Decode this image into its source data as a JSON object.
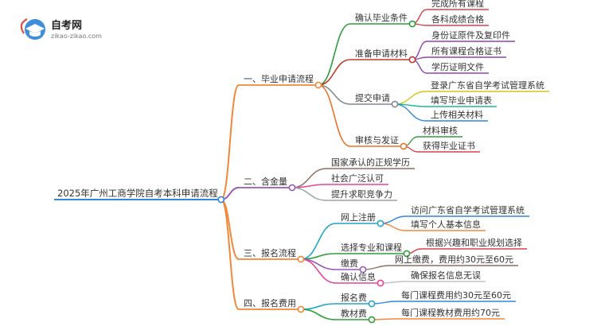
{
  "logo": {
    "title": "自考网",
    "url_text": "zikao-zikao.com"
  },
  "root": {
    "label": "2025年广州工商学院自考本科申请流程"
  },
  "branches": [
    {
      "label": "一、毕业申请流程",
      "color": "#f0883a",
      "children": [
        {
          "label": "确认毕业条件",
          "color": "#2e9e3c",
          "children": [
            {
              "label": "完成所有课程",
              "color": "#d9414b"
            },
            {
              "label": "各科成绩合格",
              "color": "#d9414b"
            }
          ]
        },
        {
          "label": "准备申请材料",
          "color": "#c0392b",
          "children": [
            {
              "label": "身份证原件及复印件",
              "color": "#8e44ad"
            },
            {
              "label": "所有课程合格证书",
              "color": "#8e44ad"
            },
            {
              "label": "学历证明文件",
              "color": "#8e44ad"
            }
          ]
        },
        {
          "label": "提交申请",
          "color": "#7f8c8d",
          "children": [
            {
              "label": "登录广东省自学考试管理系统",
              "color": "#d4c515"
            },
            {
              "label": "填写毕业申请表",
              "color": "#1abc9c"
            },
            {
              "label": "上传相关材料",
              "color": "#2e86de"
            }
          ]
        },
        {
          "label": "审核与发证",
          "color": "#e8742c",
          "children": [
            {
              "label": "材料审核",
              "color": "#2e9e3c"
            },
            {
              "label": "获得毕业证书",
              "color": "#d9414b"
            }
          ]
        }
      ]
    },
    {
      "label": "二、含金量",
      "color": "#9b59b6",
      "children": [
        {
          "label": "国家承认的正规学历",
          "color": "#8d6e63"
        },
        {
          "label": "社会广泛认可",
          "color": "#e84393"
        },
        {
          "label": "提升求职竞争力",
          "color": "#95a5a6"
        }
      ]
    },
    {
      "label": "三、报名流程",
      "color": "#f0883a",
      "children": [
        {
          "label": "网上注册",
          "color": "#22a6c7",
          "children": [
            {
              "label": "访问广东省自学考试管理系统",
              "color": "#2e86de"
            },
            {
              "label": "填写个人基本信息",
              "color": "#f0883a"
            }
          ]
        },
        {
          "label": "选择专业和课程",
          "color": "#2e9e3c",
          "children": [
            {
              "label": "根据兴趣和职业规划选择",
              "color": "#d9414b"
            }
          ]
        },
        {
          "label": "缴费",
          "color": "#9b59b6",
          "children": [
            {
              "label": "网上缴费，费用约30元至60元",
              "color": "#8d6e63"
            }
          ]
        },
        {
          "label": "确认信息",
          "color": "#e84393",
          "children": [
            {
              "label": "确保报名信息无误",
              "color": "#bdc3c7"
            }
          ]
        }
      ]
    },
    {
      "label": "四、报名费用",
      "color": "#f0883a",
      "children": [
        {
          "label": "报名费",
          "color": "#22a6c7",
          "children": [
            {
              "label": "每门课程费用约30元至60元",
              "color": "#2e86de"
            }
          ]
        },
        {
          "label": "教材费",
          "color": "#2e9e3c",
          "children": [
            {
              "label": "每门课程教材费用约70元",
              "color": "#f0883a"
            }
          ]
        }
      ]
    }
  ]
}
